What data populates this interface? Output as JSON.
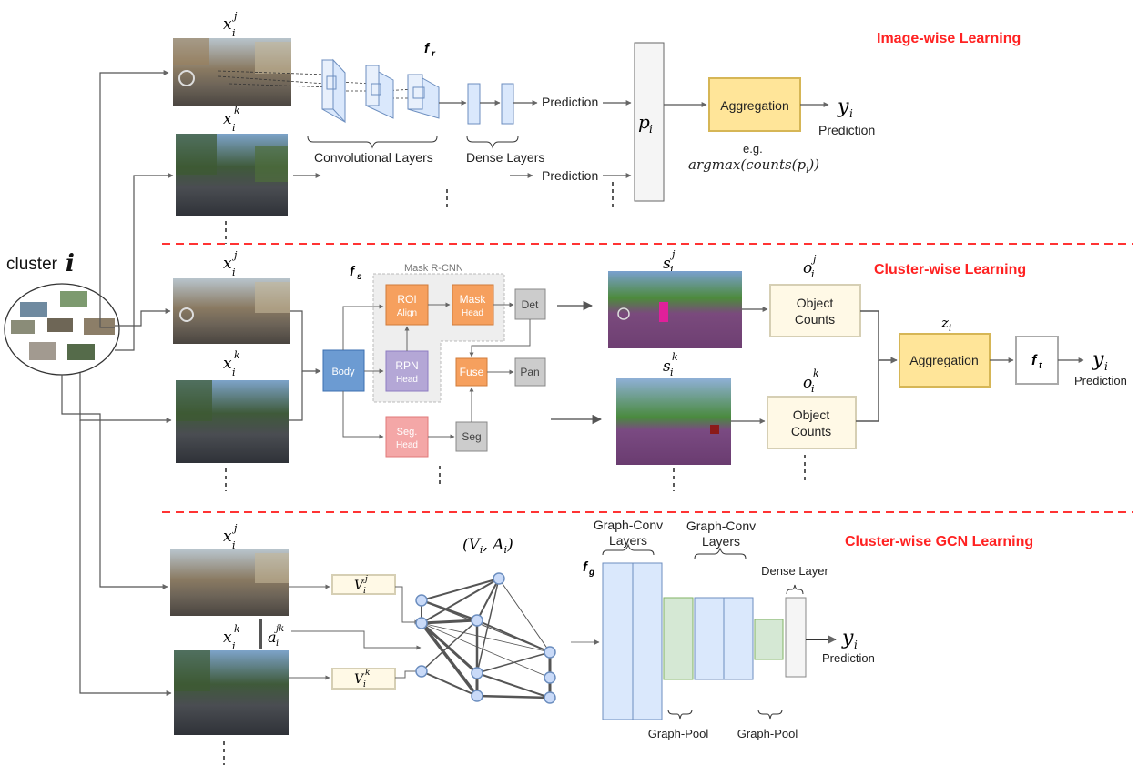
{
  "sections": {
    "image_wise": "Image-wise Learning",
    "cluster_wise": "Cluster-wise Learning",
    "gcn": "Cluster-wise GCN Learning"
  },
  "cluster": {
    "word": "cluster",
    "var": "i"
  },
  "image_labels": {
    "xij": "x",
    "xij_sub": "i",
    "xij_sup": "j",
    "xik": "x",
    "xik_sub": "i",
    "xik_sup": "k"
  },
  "row1": {
    "fr": "f",
    "fr_sub": "r",
    "conv": "Convolutional Layers",
    "dense": "Dense Layers",
    "pred1": "Prediction",
    "pred2": "Prediction",
    "pi": "p",
    "pi_sub": "i",
    "aggregation": "Aggregation",
    "yi": "y",
    "yi_sub": "i",
    "yi_pred": "Prediction",
    "eg": "e.g.",
    "formula": "argmax(counts(p",
    "formula_sub": "i",
    "formula_end": "))"
  },
  "row2": {
    "fs": "f",
    "fs_sub": "s",
    "mask_rcnn": "Mask R-CNN",
    "roi_1": "ROI",
    "roi_2": "Align",
    "mask_1": "Mask",
    "mask_2": "Head",
    "det": "Det",
    "rpn_1": "RPN",
    "rpn_2": "Head",
    "fuse": "Fuse",
    "pan": "Pan",
    "body": "Body",
    "seg_head_1": "Seg.",
    "seg_head_2": "Head",
    "seg": "Seg",
    "sij": "s",
    "sij_sub": "i",
    "sij_sup": "j",
    "sik": "s",
    "sik_sub": "i",
    "sik_sup": "k",
    "oij": "o",
    "oij_sub": "i",
    "oij_sup": "j",
    "oik": "o",
    "oik_sub": "i",
    "oik_sup": "k",
    "obj_counts_1": "Object",
    "obj_counts_2": "Counts",
    "zi": "z",
    "zi_sub": "i",
    "aggregation": "Aggregation",
    "ft": "f",
    "ft_sub": "t",
    "yi": "y",
    "yi_sub": "i",
    "yi_pred": "Prediction"
  },
  "row3": {
    "vi_a": "(V",
    "vi_sub": "i",
    "vi_b": ", A",
    "vi_sub2": "i",
    "vi_c": ")",
    "vij": "V",
    "vij_sub": "i",
    "vij_sup": "j",
    "vik": "V",
    "vik_sub": "i",
    "vik_sup": "k",
    "aijk": "a",
    "aijk_sub": "i",
    "aijk_sup": "jk",
    "fg": "f",
    "fg_sub": "g",
    "gc1_a": "Graph-Conv",
    "gc1_b": "Layers",
    "gc2_a": "Graph-Conv",
    "gc2_b": "Layers",
    "dense": "Dense Layer",
    "pool1": "Graph-Pool",
    "pool2": "Graph-Pool",
    "yi": "y",
    "yi_sub": "i",
    "yi_pred": "Prediction"
  },
  "colors": {
    "section_red": "#ff2222",
    "conv_blue": "#dae8fc",
    "green": "#d5e8d4",
    "yellow": "#fff2cc",
    "aggregation": "#ffe599",
    "body_blue": "#6c9bd2",
    "orange": "#f6a05e",
    "purple": "#b4a7d6",
    "pink": "#f4a7a7",
    "gray": "#cccccc"
  }
}
